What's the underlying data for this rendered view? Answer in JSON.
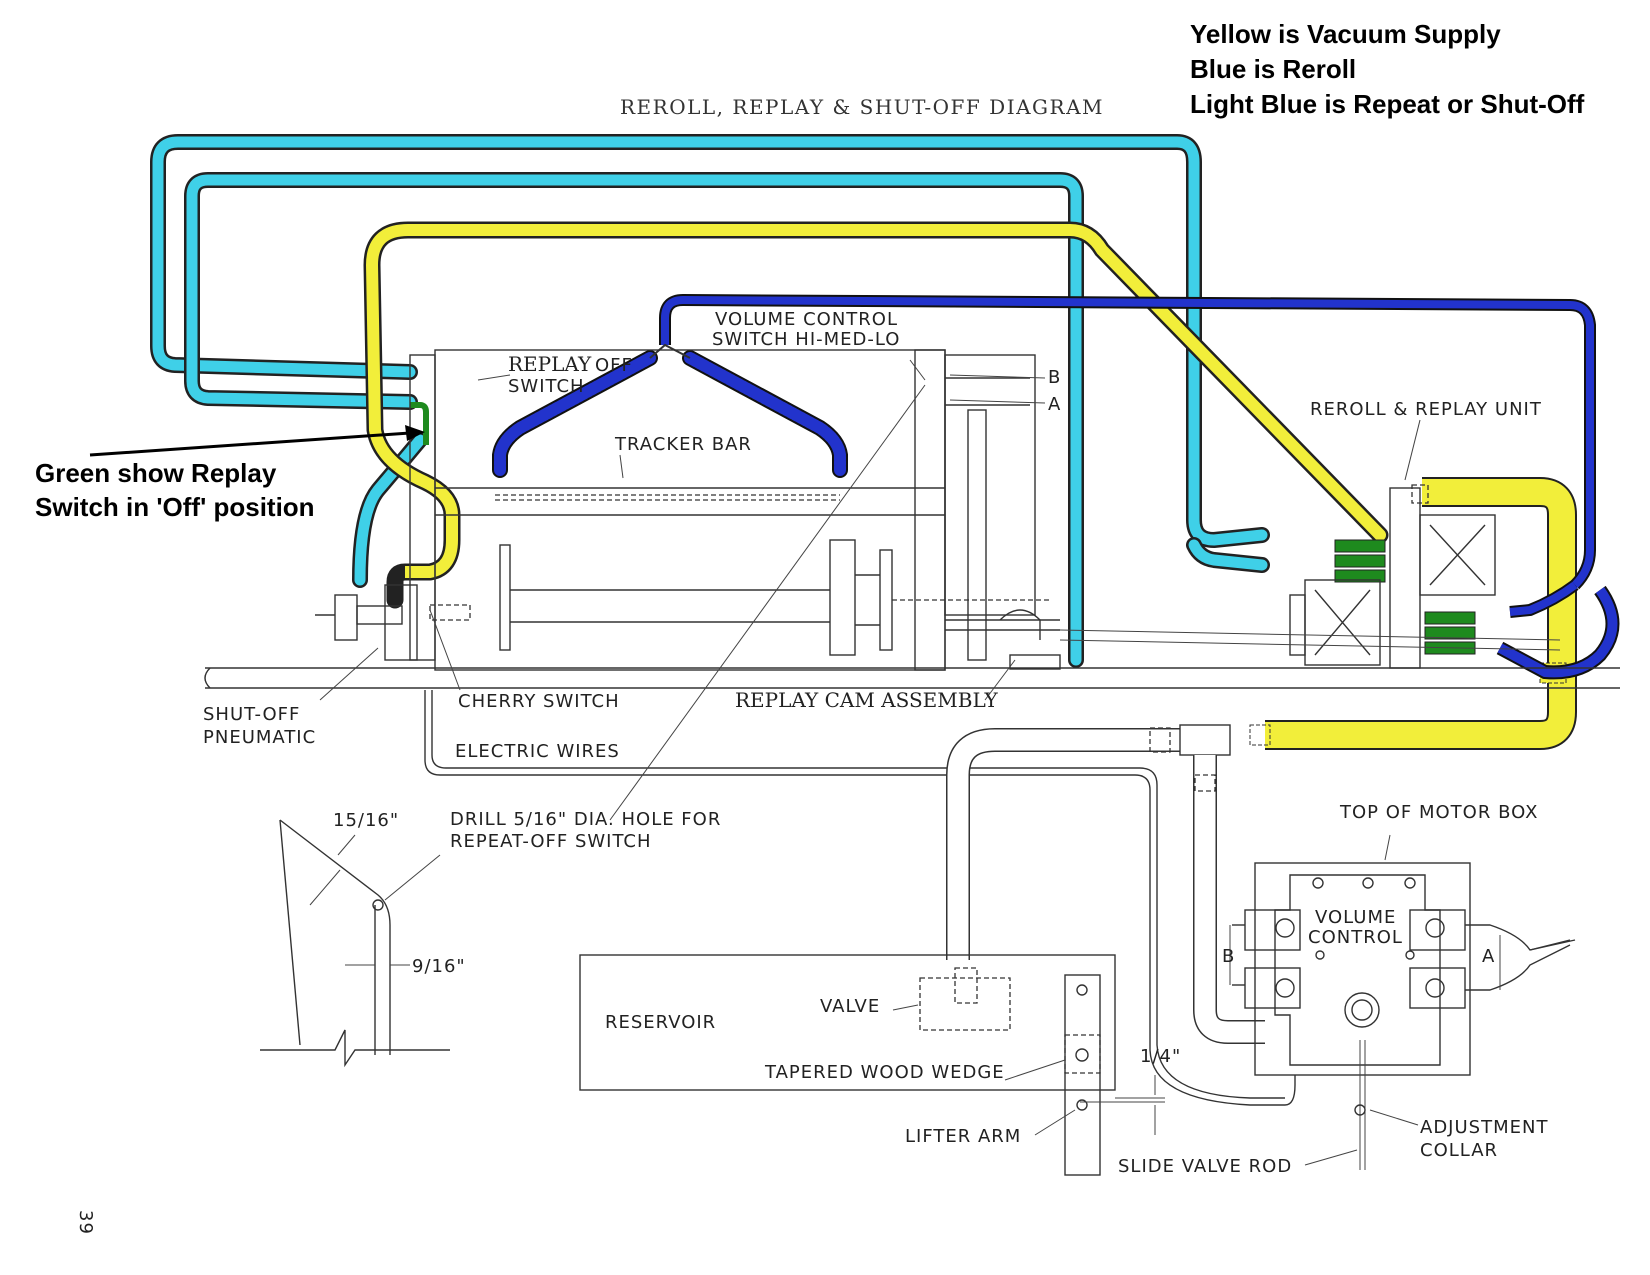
{
  "diagram": {
    "title": "REROLL, REPLAY & SHUT-OFF DIAGRAM",
    "page_number": "39",
    "legend": {
      "line1": "Yellow is Vacuum Supply",
      "line2": "Blue is Reroll",
      "line3": "Light Blue is Repeat or Shut-Off"
    },
    "note": {
      "line1": "Green show Replay",
      "line2": "Switch in 'Off' position"
    },
    "labels": {
      "volume_control_switch_1": "VOLUME CONTROL",
      "volume_control_switch_2": "SWITCH HI-MED-LO",
      "replay_off_1": "REPLAY",
      "replay_off_1b": "OFF",
      "replay_off_2": "SWITCH",
      "tracker_bar": "TRACKER BAR",
      "b_top": "B",
      "a_top": "A",
      "reroll_replay_unit": "REROLL & REPLAY UNIT",
      "shut_off_1": "SHUT-OFF",
      "shut_off_2": "PNEUMATIC",
      "cherry_switch": "CHERRY SWITCH",
      "replay_cam": "REPLAY CAM ASSEMBLY",
      "electric_wires": "ELECTRIC WIRES",
      "drill_1": "DRILL 5/16\" DIA. HOLE FOR",
      "drill_2": "REPEAT-OFF SWITCH",
      "dim_15_16": "15/16\"",
      "dim_9_16": "9/16\"",
      "top_motor_box": "TOP OF MOTOR BOX",
      "volume_1": "VOLUME",
      "volume_2": "CONTROL",
      "b_motor": "B",
      "a_motor": "A",
      "reservoir": "RESERVOIR",
      "valve": "VALVE",
      "tapered_wedge": "TAPERED WOOD WEDGE",
      "dim_1_4": "1/4\"",
      "lifter_arm": "LIFTER ARM",
      "slide_valve_rod": "SLIDE VALVE ROD",
      "adjustment_1": "ADJUSTMENT",
      "adjustment_2": "COLLAR"
    },
    "colors": {
      "vacuum_supply": "#f2ee3a",
      "reroll": "#2233cc",
      "repeat_shutoff": "#3fd0e8",
      "replay_off": "#1e8a1e"
    }
  }
}
